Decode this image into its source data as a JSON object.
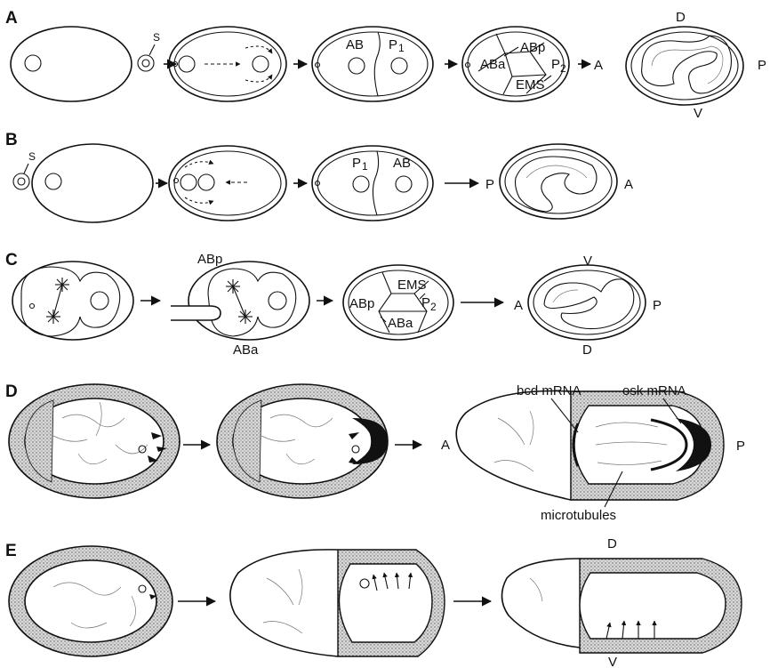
{
  "panels": {
    "A": {
      "letter": "A",
      "s_label": "S",
      "cells": {
        "ab": "AB",
        "p1": "P",
        "p1_sub": "1",
        "abp": "ABp",
        "aba": "ABa",
        "p2": "P",
        "p2_sub": "2",
        "ems": "EMS"
      },
      "axes": {
        "anterior": "A",
        "posterior": "P",
        "dorsal": "D",
        "ventral": "V"
      }
    },
    "B": {
      "letter": "B",
      "s_label": "S",
      "cells": {
        "p1": "P",
        "p1_sub": "1",
        "ab": "AB"
      },
      "axes": {
        "posterior": "P",
        "anterior": "A"
      }
    },
    "C": {
      "letter": "C",
      "labels": {
        "abp_top": "ABp",
        "aba_bottom": "ABa"
      },
      "cells": {
        "ems": "EMS",
        "p2": "P",
        "p2_sub": "2",
        "abp": "ABp",
        "aba": "ABa"
      },
      "axes": {
        "ventral": "V",
        "anterior": "A",
        "posterior": "P",
        "dorsal": "D"
      }
    },
    "D": {
      "letter": "D",
      "axes": {
        "anterior": "A",
        "posterior": "P"
      },
      "annotations": {
        "bcd": "bcd mRNA",
        "osk": "osk mRNA",
        "microtubules": "microtubules"
      }
    },
    "E": {
      "letter": "E",
      "axes": {
        "dorsal": "D",
        "ventral": "V"
      }
    }
  }
}
